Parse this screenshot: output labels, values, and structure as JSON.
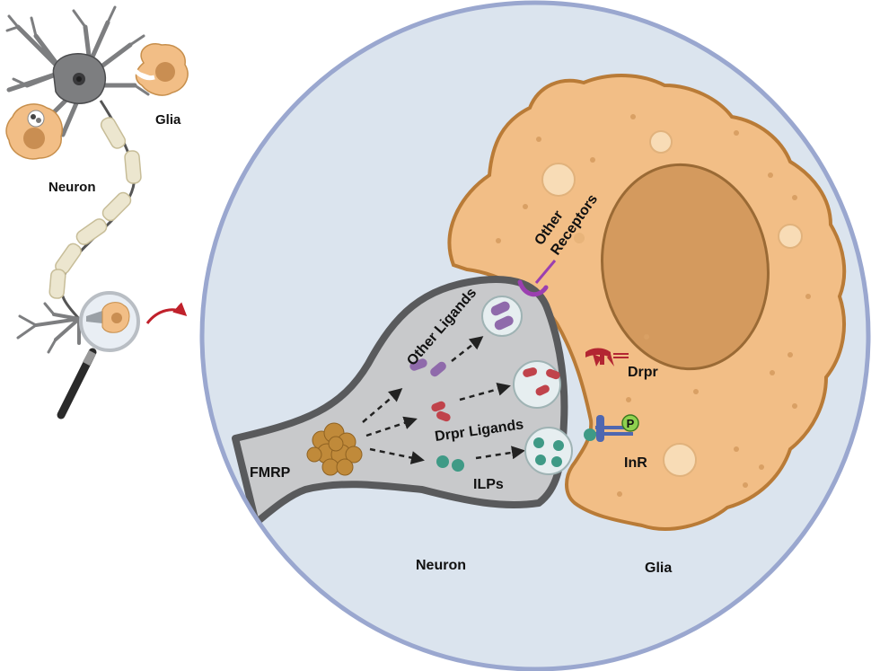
{
  "overview": {
    "neuron_label": "Neuron",
    "glia_label": "Glia"
  },
  "inset": {
    "fmrp_label": "FMRP",
    "other_ligands_label": "Other Ligands",
    "drpr_ligands_label": "Drpr Ligands",
    "ilps_label": "ILPs",
    "other_receptors_label_line1": "Other",
    "other_receptors_label_line2": "Receptors",
    "drpr_label": "Drpr",
    "inr_label": "InR",
    "phospho_label": "P",
    "neuron_label": "Neuron",
    "glia_label": "Glia"
  },
  "colors": {
    "background_circle": "#dbe4ee",
    "circle_border": "#9aa7cf",
    "glia_fill": "#f2be86",
    "glia_nucleus": "#d49a5e",
    "neuron_gray": "#c8c9cb",
    "neuron_outline": "#595a5c",
    "other_ligand": "#8f6aab",
    "drpr_ligand": "#c0434b",
    "ilp": "#3f9a86",
    "fmrp": "#c08a3a",
    "receptor_purple": "#9b3fb0",
    "drpr_receptor": "#b32632",
    "inr_receptor": "#4f67b0",
    "phospho": "#8fd14f",
    "arrow_red": "#c0212b"
  }
}
